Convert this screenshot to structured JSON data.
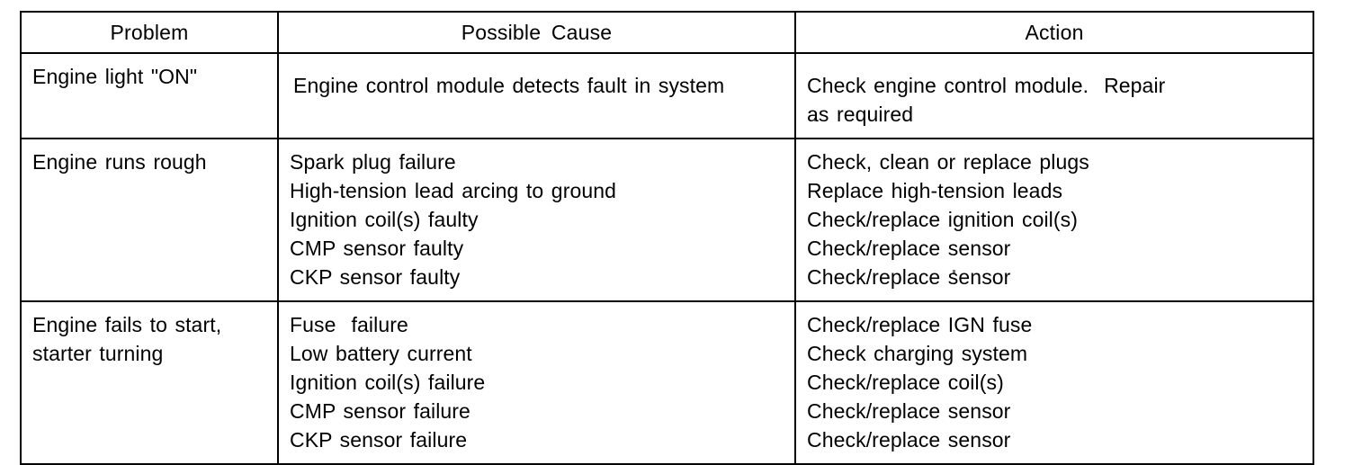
{
  "document": {
    "type": "troubleshooting-table",
    "background_color": "#ffffff",
    "text_color": "#000000",
    "border_color": "#000000"
  },
  "table": {
    "headers": [
      {
        "key": "problem",
        "label": "Problem"
      },
      {
        "key": "cause",
        "label": "Possible  Cause"
      },
      {
        "key": "action",
        "label": "Action"
      }
    ],
    "rows": [
      {
        "problem": [
          "Engine light \"ON\""
        ],
        "cause": [
          "Engine control module detects fault in system"
        ],
        "action": [
          "Check engine control module.  Repair",
          "as required"
        ]
      },
      {
        "problem": [
          "Engine runs rough"
        ],
        "cause": [
          "Spark plug failure",
          "High-tension lead arcing to ground",
          "Ignition coil(s) faulty",
          "CMP sensor faulty",
          "CKP sensor faulty"
        ],
        "action": [
          "Check, clean or replace plugs",
          "Replace high-tension leads",
          "Check/replace ignition coil(s)",
          "Check/replace sensor",
          "Check/replace sensor"
        ]
      },
      {
        "problem": [
          "Engine fails to start,",
          "starter turning"
        ],
        "cause": [
          "Fuse  failure",
          "Low battery current",
          "Ignition coil(s) failure",
          "CMP sensor failure",
          "CKP sensor failure"
        ],
        "action": [
          "Check/replace IGN fuse",
          "Check charging system",
          "Check/replace coil(s)",
          "Check/replace sensor",
          "Check/replace sensor"
        ]
      }
    ]
  }
}
